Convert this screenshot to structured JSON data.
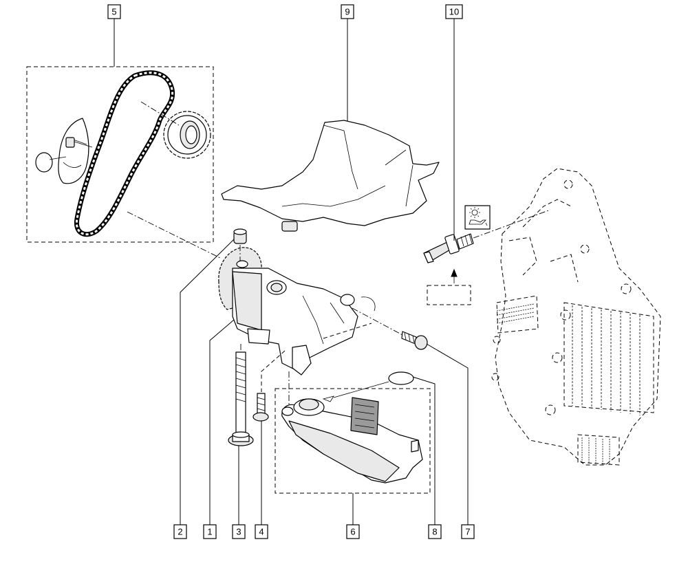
{
  "callouts": [
    {
      "id": "1",
      "label": "1"
    },
    {
      "id": "2",
      "label": "2"
    },
    {
      "id": "3",
      "label": "3"
    },
    {
      "id": "4",
      "label": "4"
    },
    {
      "id": "5",
      "label": "5"
    },
    {
      "id": "6",
      "label": "6"
    },
    {
      "id": "7",
      "label": "7"
    },
    {
      "id": "8",
      "label": "8"
    },
    {
      "id": "9",
      "label": "9"
    },
    {
      "id": "10",
      "label": "10"
    }
  ],
  "icons": {
    "oil_pressure_warning": "oil-pressure-warning-icon"
  }
}
